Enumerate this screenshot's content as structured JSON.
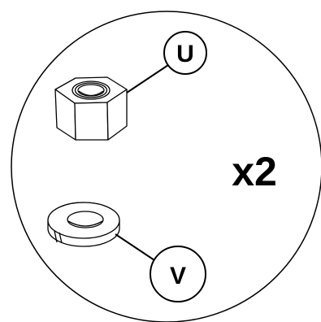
{
  "quantity": {
    "label": "x2"
  },
  "parts": [
    {
      "id": "U",
      "label": "U",
      "icon": "hex-nut-icon"
    },
    {
      "id": "V",
      "label": "V",
      "icon": "split-lock-washer-icon"
    }
  ],
  "colors": {
    "line": "#000000",
    "background": "#ffffff"
  }
}
